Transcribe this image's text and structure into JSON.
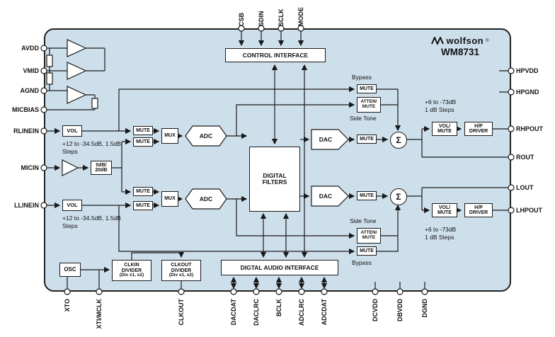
{
  "header": {
    "brand": "wolfson",
    "reg": "®",
    "part": "WM8731"
  },
  "pins": {
    "top": [
      "CSB",
      "SDIN",
      "SCLK",
      "MODE"
    ],
    "left": [
      "AVDD",
      "VMID",
      "AGND",
      "MICBIAS",
      "RLINEIN",
      "MICIN",
      "LLINEIN"
    ],
    "right": [
      "HPVDD",
      "HPGND",
      "RHPOUT",
      "ROUT",
      "LOUT",
      "LHPOUT"
    ],
    "bottom": [
      "XTO",
      "XTI/MCLK",
      "CLKOUT",
      "DACDAT",
      "DACLRC",
      "BCLK",
      "ADCLRC",
      "ADCDAT",
      "DCVDD",
      "DBVDD",
      "DGND"
    ]
  },
  "blocks": {
    "control_interface": "CONTROL INTERFACE",
    "digital_filters": "DIGITAL FILTERS",
    "digital_audio_interface": "DIGTAL AUDIO INTERFACE",
    "vol": "VOL",
    "mute": "MUTE",
    "mux": "MUX",
    "adc": "ADC",
    "dac": "DAC",
    "sum": "Σ",
    "osc": "OSC",
    "atten_mute": {
      "line1": "ATTEN/",
      "line2": "MUTE"
    },
    "vol_mute": {
      "line1": "VOL/",
      "line2": "MUTE"
    },
    "hp_driver": {
      "line1": "H/P",
      "line2": "DRIVER"
    },
    "mic_boost": {
      "line1": "0dB/",
      "line2": "20dB"
    },
    "clkin_divider": {
      "line1": "CLKIN",
      "line2": "DIVIDER",
      "line3": "(Div x1, x2)"
    },
    "clkout_divider": {
      "line1": "CLKOUT",
      "line2": "DIVIDER",
      "line3": "(Div x1, x2)"
    }
  },
  "annotations": {
    "line_gain_1": "+12 to -34.5dB, 1.5dB",
    "line_gain_2": "Steps",
    "hp_gain_1": "+6 to -73dB",
    "hp_gain_2": "1 dB Steps",
    "bypass": "Bypass",
    "side_tone": "Side Tone"
  },
  "colors": {
    "chip_fill": "#cedfec",
    "line": "#1a1a1a"
  }
}
